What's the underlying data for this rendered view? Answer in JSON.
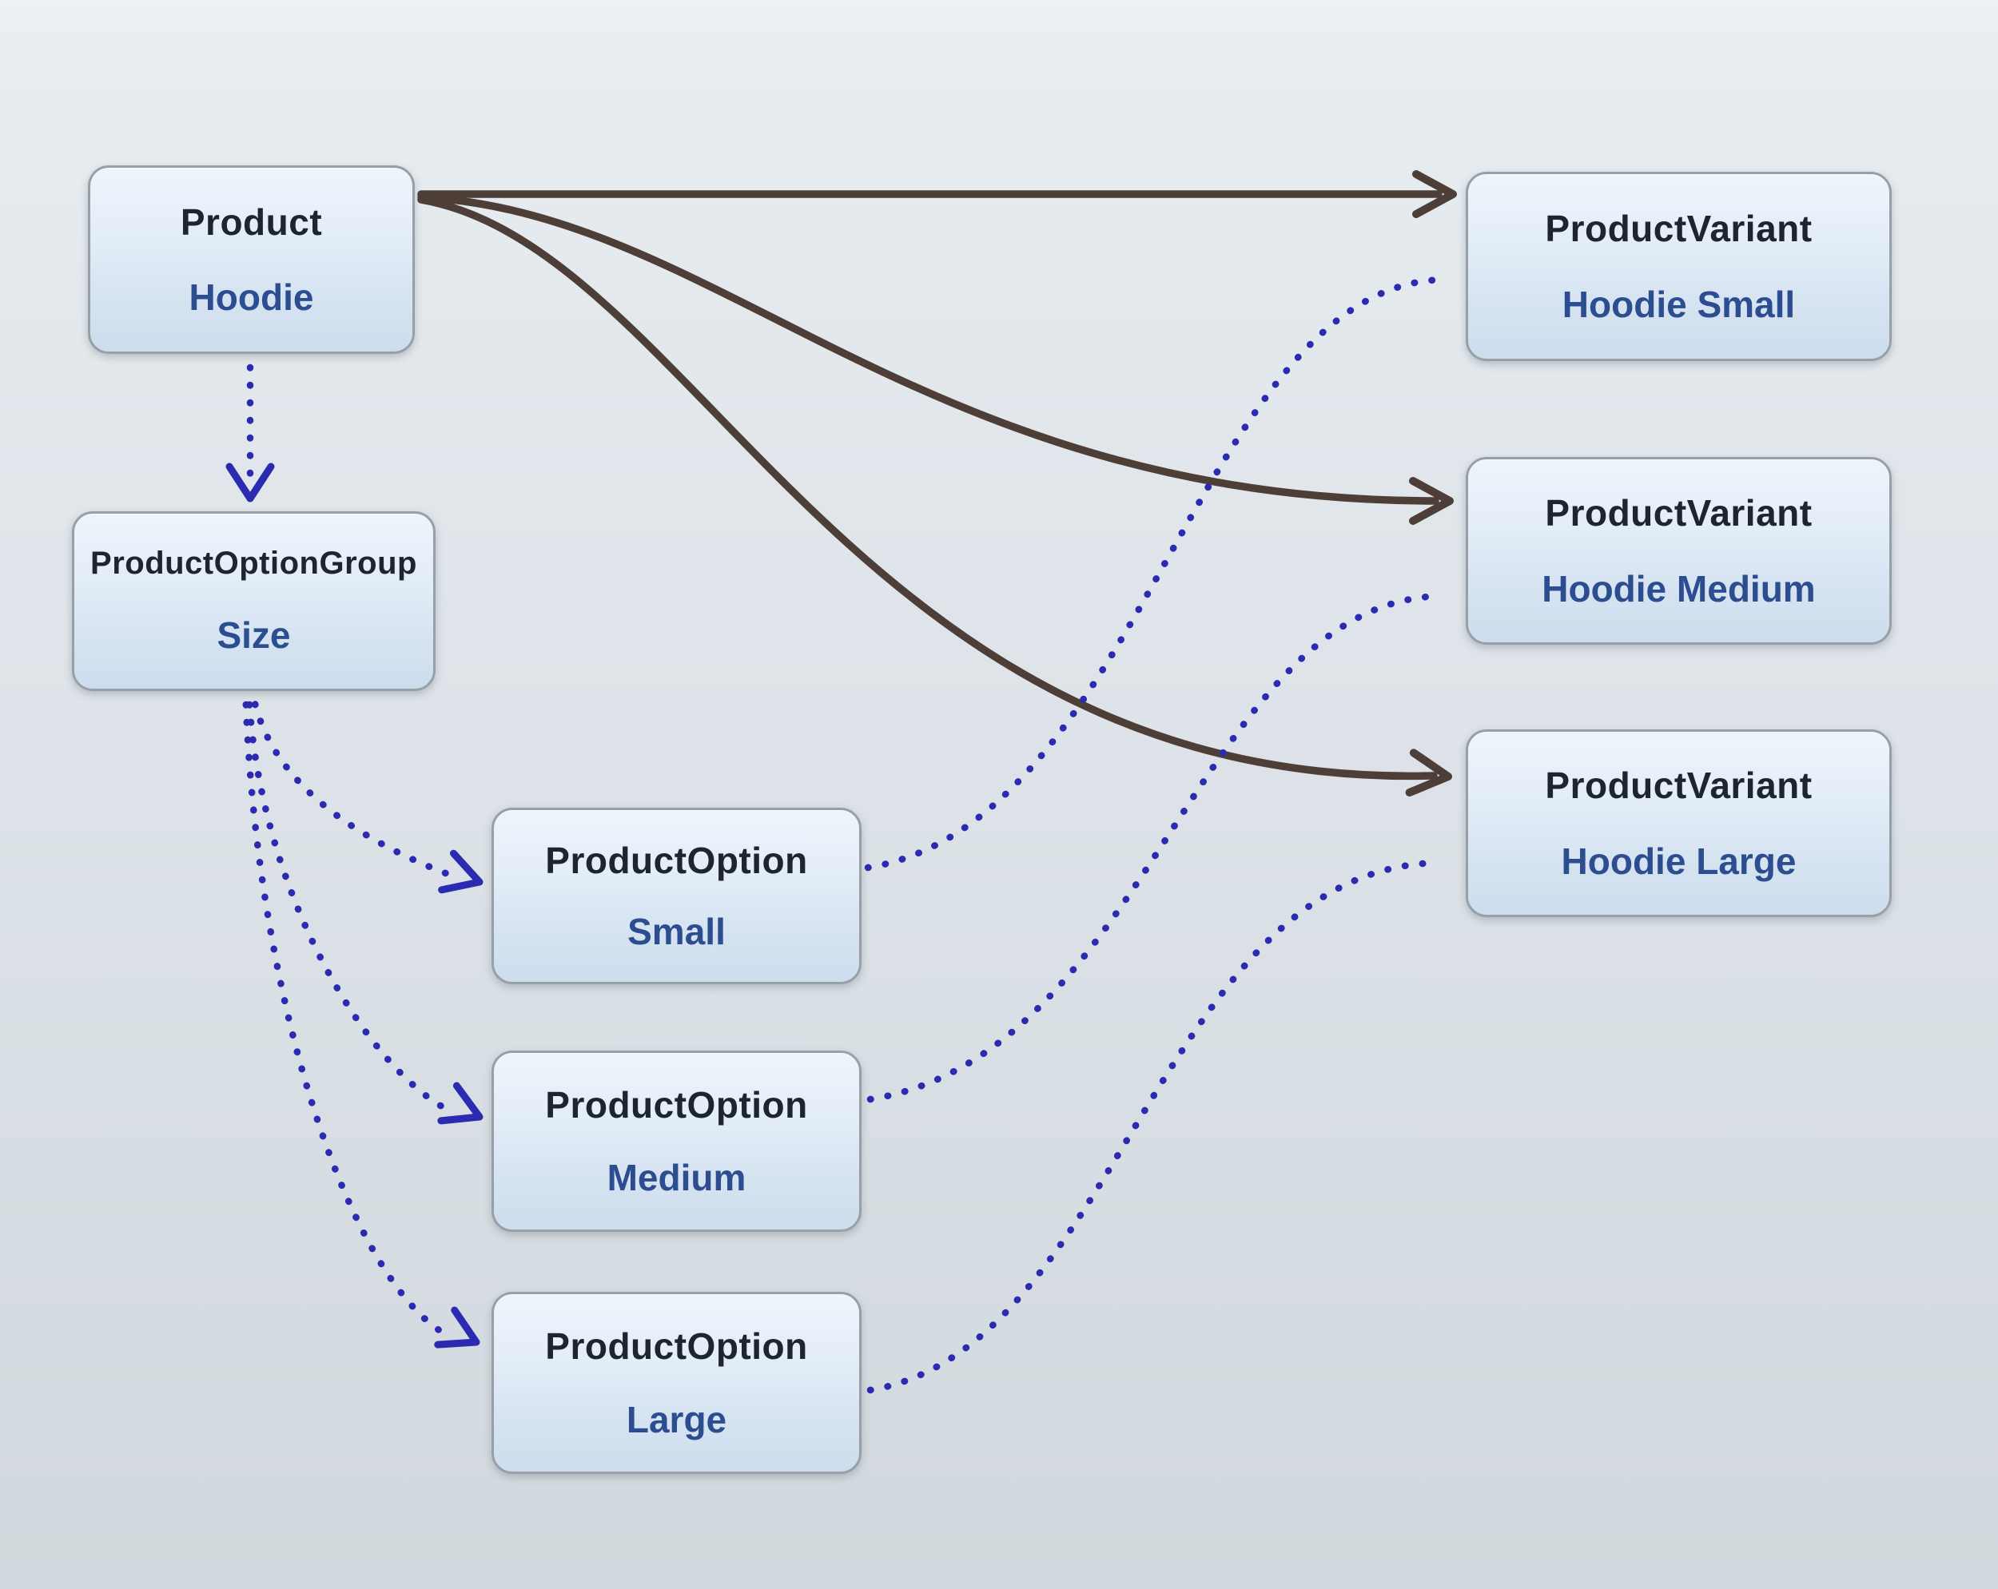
{
  "diagram": {
    "colors": {
      "background_top": "#eaeef2",
      "background_bottom": "#d2d9de",
      "node_fill_top": "#eef4fb",
      "node_fill_bottom": "#cddded",
      "node_border": "#97a0a7",
      "title": "#1d2531",
      "value": "#2c4e90",
      "solid_edge": "#4d3f38",
      "dotted_edge": "#2b2bb2"
    },
    "nodes": [
      {
        "id": "product",
        "title": "Product",
        "value": "Hoodie"
      },
      {
        "id": "product-option-group",
        "title": "ProductOptionGroup",
        "value": "Size"
      },
      {
        "id": "product-option-small",
        "title": "ProductOption",
        "value": "Small"
      },
      {
        "id": "product-option-medium",
        "title": "ProductOption",
        "value": "Medium"
      },
      {
        "id": "product-option-large",
        "title": "ProductOption",
        "value": "Large"
      },
      {
        "id": "variant-small",
        "title": "ProductVariant",
        "value": "Hoodie Small"
      },
      {
        "id": "variant-medium",
        "title": "ProductVariant",
        "value": "Hoodie Medium"
      },
      {
        "id": "variant-large",
        "title": "ProductVariant",
        "value": "Hoodie Large"
      }
    ],
    "edges": [
      {
        "from": "Product",
        "to": "ProductVariant Hoodie Small",
        "style": "solid",
        "arrowhead": true
      },
      {
        "from": "Product",
        "to": "ProductVariant Hoodie Medium",
        "style": "solid",
        "arrowhead": true
      },
      {
        "from": "Product",
        "to": "ProductVariant Hoodie Large",
        "style": "solid",
        "arrowhead": true
      },
      {
        "from": "Product",
        "to": "ProductOptionGroup Size",
        "style": "dotted",
        "arrowhead": true
      },
      {
        "from": "ProductOptionGroup Size",
        "to": "ProductOption Small",
        "style": "dotted",
        "arrowhead": true
      },
      {
        "from": "ProductOptionGroup Size",
        "to": "ProductOption Medium",
        "style": "dotted",
        "arrowhead": true
      },
      {
        "from": "ProductOptionGroup Size",
        "to": "ProductOption Large",
        "style": "dotted",
        "arrowhead": true
      },
      {
        "from": "ProductOption Small",
        "to": "ProductVariant Hoodie Small",
        "style": "dotted",
        "arrowhead": false
      },
      {
        "from": "ProductOption Medium",
        "to": "ProductVariant Hoodie Medium",
        "style": "dotted",
        "arrowhead": false
      },
      {
        "from": "ProductOption Large",
        "to": "ProductVariant Hoodie Large",
        "style": "dotted",
        "arrowhead": false
      }
    ]
  }
}
